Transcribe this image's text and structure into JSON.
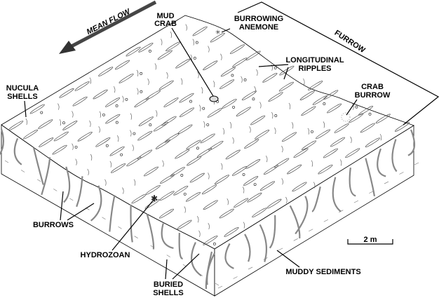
{
  "diagram": {
    "mean_flow": "MEAN FLOW",
    "mud_crab": [
      "MUD",
      "CRAB"
    ],
    "burrowing_anemone": [
      "BURROWING",
      "ANEMONE"
    ],
    "furrow": "FURROW",
    "longitudinal_ripples": [
      "LONGITUDINAL",
      "RIPPLES"
    ],
    "crab_burrow": [
      "CRAB",
      "BURROW"
    ],
    "nucula_shells": [
      "NUCULA",
      "SHELLS"
    ],
    "burrows": "BURROWS",
    "hydrozoan": "HYDROZOAN",
    "buried_shells": [
      "BURIED",
      "SHELLS"
    ],
    "muddy_sediments": "MUDDY SEDIMENTS",
    "scale_label": "2 m"
  }
}
